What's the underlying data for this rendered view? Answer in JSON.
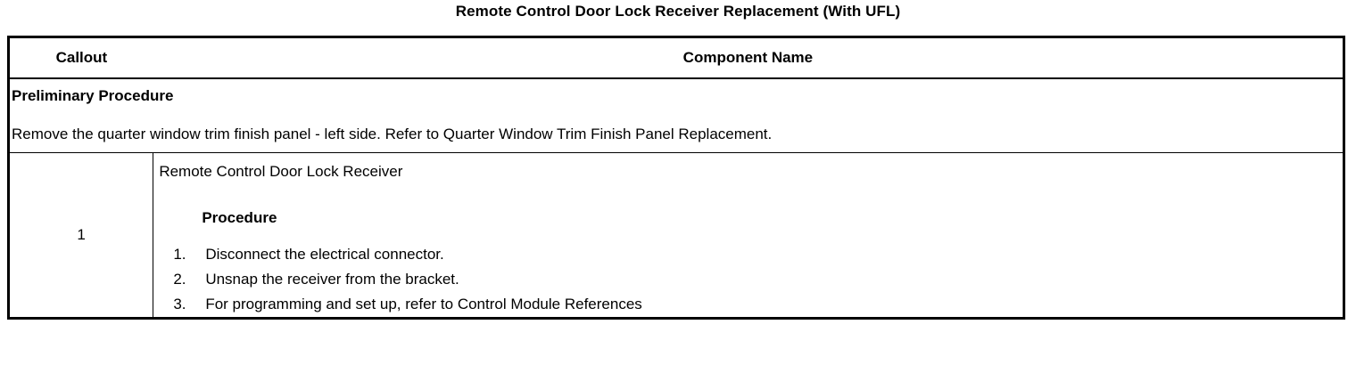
{
  "document": {
    "title": "Remote Control Door Lock Receiver Replacement (With UFL)"
  },
  "table": {
    "headers": {
      "callout": "Callout",
      "component_name": "Component Name"
    },
    "preliminary": {
      "heading": "Preliminary Procedure",
      "text": "Remove the quarter window trim finish panel - left side. Refer to Quarter Window Trim Finish Panel Replacement."
    },
    "rows": [
      {
        "callout": "1",
        "component_name": "Remote Control Door Lock Receiver",
        "procedure_heading": "Procedure",
        "steps": [
          {
            "num": "1.",
            "text": "Disconnect the electrical connector."
          },
          {
            "num": "2.",
            "text": "Unsnap the receiver from the bracket."
          },
          {
            "num": "3.",
            "text": "For programming and set up, refer to Control Module References"
          }
        ]
      }
    ]
  },
  "colors": {
    "text": "#000000",
    "background": "#ffffff",
    "border": "#000000"
  }
}
